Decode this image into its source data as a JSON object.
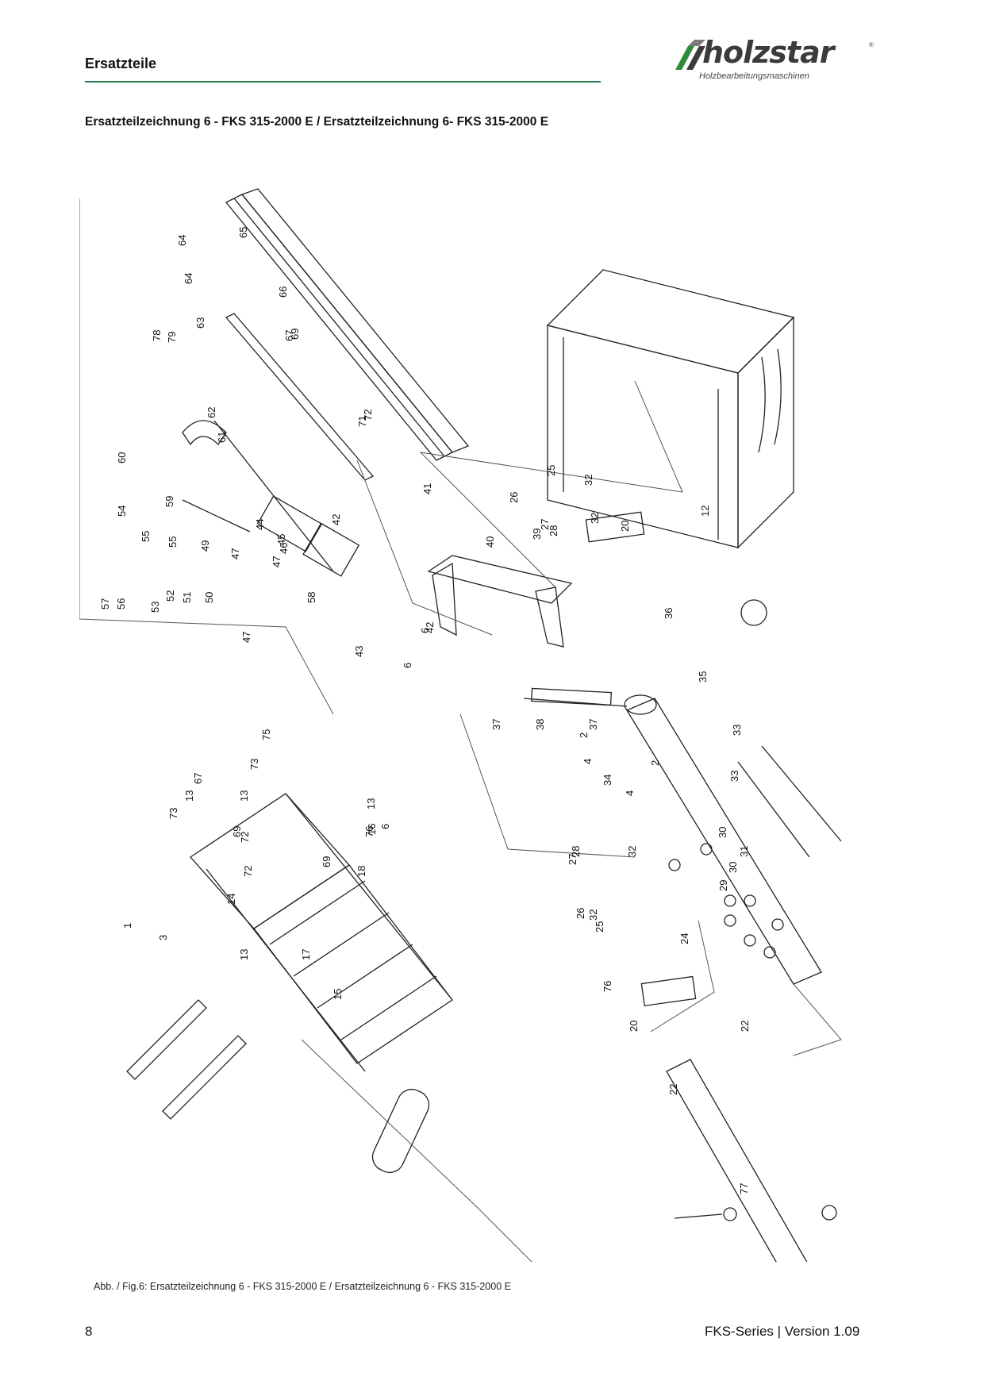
{
  "header": {
    "title": "Ersatzteile"
  },
  "logo": {
    "brand": "holzstar",
    "subtitle": "Holzbearbeitungsmaschinen",
    "reg_mark": "®"
  },
  "heading": "Ersatzteilzeichnung 6 - FKS 315-2000 E / Ersatzteilzeichnung 6- FKS 315-2000 E",
  "part_labels": [
    "1",
    "2",
    "2",
    "3",
    "4",
    "4",
    "6",
    "6",
    "6",
    "12",
    "13",
    "13",
    "13",
    "13",
    "14",
    "15",
    "16",
    "17",
    "18",
    "20",
    "20",
    "22",
    "22",
    "24",
    "25",
    "25",
    "26",
    "26",
    "27",
    "27",
    "28",
    "28",
    "29",
    "30",
    "30",
    "31",
    "32",
    "32",
    "32",
    "32",
    "33",
    "33",
    "34",
    "35",
    "36",
    "37",
    "37",
    "38",
    "39",
    "40",
    "41",
    "42",
    "42",
    "43",
    "44",
    "45",
    "46",
    "47",
    "47",
    "47",
    "49",
    "50",
    "51",
    "52",
    "53",
    "54",
    "55",
    "55",
    "56",
    "57",
    "58",
    "59",
    "60",
    "61",
    "62",
    "63",
    "64",
    "64",
    "65",
    "66",
    "67",
    "67",
    "69",
    "69",
    "69",
    "71",
    "72",
    "72",
    "72",
    "73",
    "73",
    "75",
    "76",
    "76",
    "77",
    "78",
    "79"
  ],
  "caption": "Abb. / Fig.6: Ersatzteilzeichnung 6 - FKS 315-2000 E / Ersatzteilzeichnung 6 - FKS 315-2000 E",
  "footer": {
    "page_number": "8",
    "version": "FKS-Series | Version 1.09"
  },
  "colors": {
    "rule": "#2e7d4f",
    "logo_green": "#2e8b3c",
    "ink": "#111111"
  }
}
